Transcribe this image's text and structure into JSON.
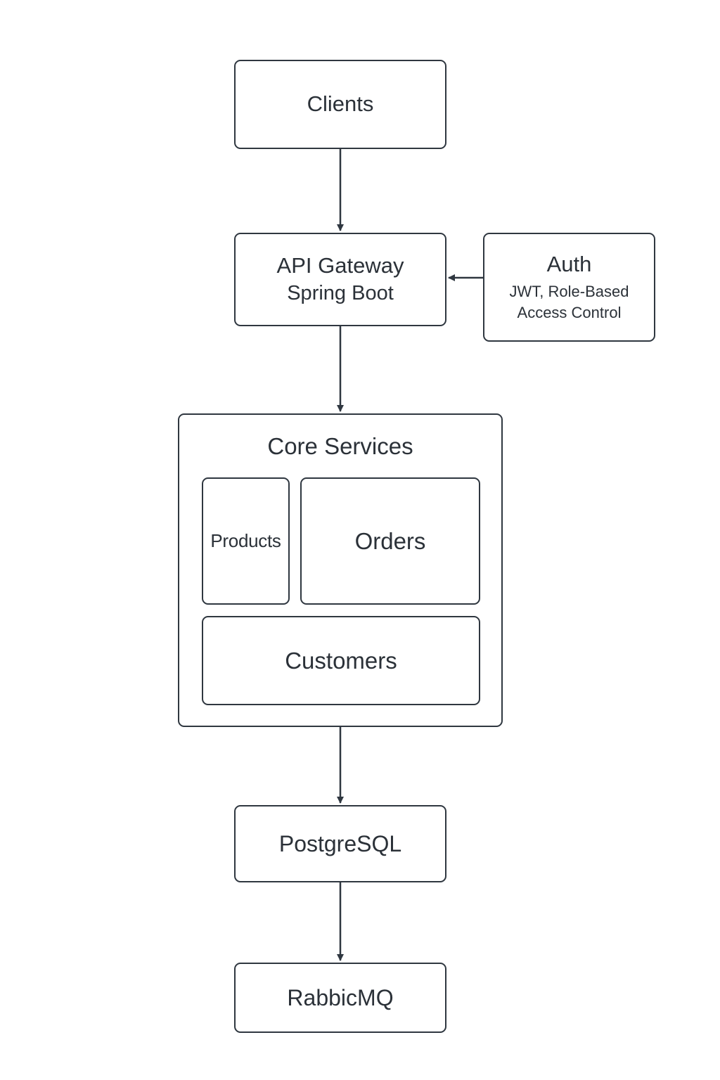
{
  "nodes": {
    "clients": {
      "label": "Clients"
    },
    "api_gateway": {
      "title": "API Gateway",
      "subtitle": "Spring Boot"
    },
    "auth": {
      "title": "Auth",
      "line1": "JWT, Role-Based",
      "line2": "Access Control"
    },
    "core_services": {
      "title": "Core Services",
      "products": "Products",
      "orders": "Orders",
      "customers": "Customers"
    },
    "postgresql": {
      "label": "PostgreSQL"
    },
    "rabbitmq": {
      "label": "RabbicMQ"
    }
  },
  "edges": [
    {
      "from": "clients",
      "to": "api_gateway"
    },
    {
      "from": "auth",
      "to": "api_gateway"
    },
    {
      "from": "api_gateway",
      "to": "core_services"
    },
    {
      "from": "core_services",
      "to": "postgresql"
    },
    {
      "from": "postgresql",
      "to": "rabbitmq"
    }
  ],
  "colors": {
    "stroke": "#2f3740",
    "text": "#2b3138",
    "background": "#ffffff"
  }
}
